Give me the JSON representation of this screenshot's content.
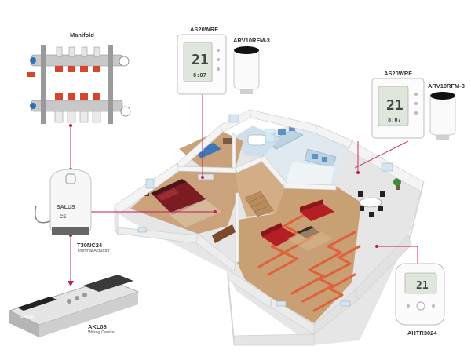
{
  "labels": {
    "manifold": "Manifold",
    "thermostat_top": "AS20WRF",
    "trv_top": "ARV10RFM-3",
    "thermostat_right": "AS20WRF",
    "trv_right": "ARV10RFM-3",
    "actuator": "T30NC24",
    "actuator_sub": "Thermal Actuator",
    "wiring_centre": "AKL08",
    "wiring_centre_sub": "Wiring Centre",
    "thermostat_bottom": "AHTR3024"
  },
  "device_text": {
    "brand": "SALUS",
    "actuator_ce": "CE",
    "lcd_temp_top": "21",
    "lcd_time_top": "8:07",
    "lcd_temp_right": "21",
    "lcd_time_right": "8:07",
    "lcd_temp_bottom": "21"
  },
  "colors": {
    "connector_line": "#c2185b",
    "pipe_red": "#d8442c",
    "pipe_blue": "#2d6fb8",
    "underfloor_pipe": "#e0603a",
    "sofa_red": "#b51f24",
    "bed_red": "#7a1c22",
    "floor_wood": "#c9a27a",
    "wall": "#f4f4f4"
  }
}
